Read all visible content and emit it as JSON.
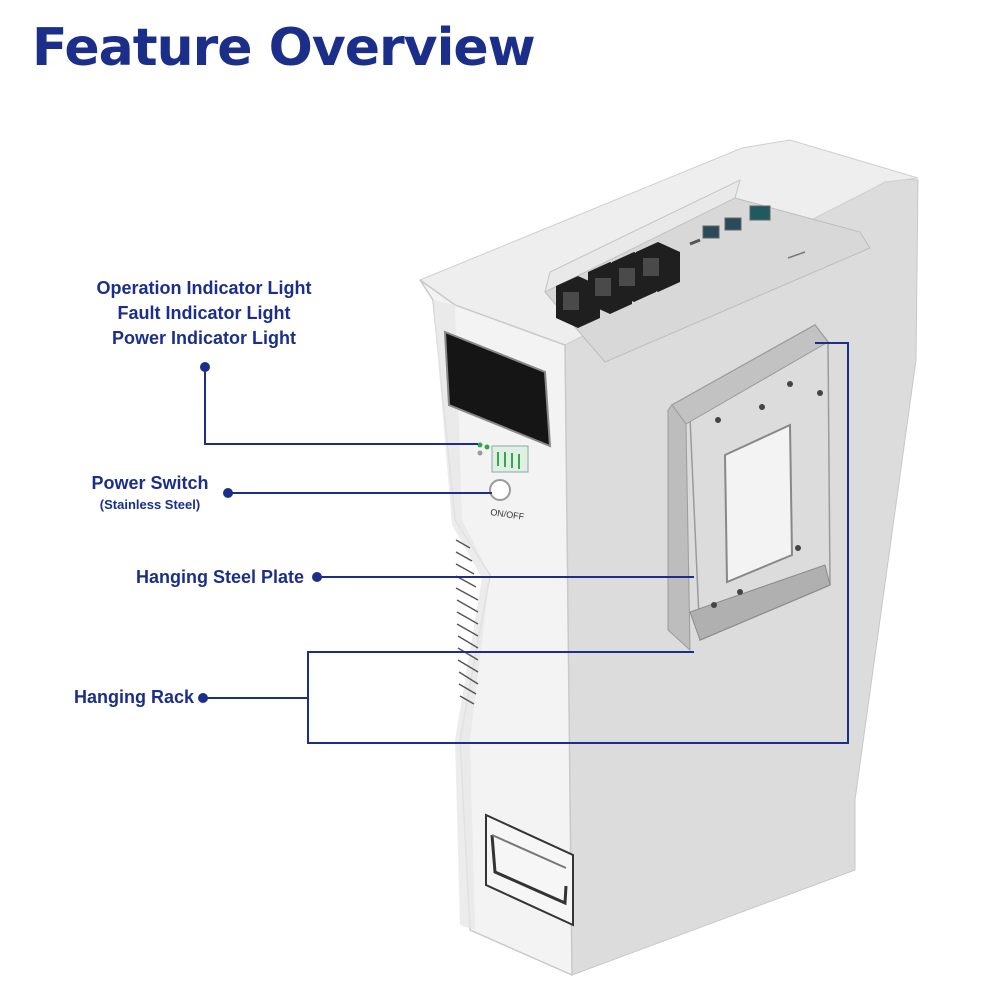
{
  "title": "Feature Overview",
  "callouts": {
    "indicators": [
      "Operation Indicator Light",
      "Fault Indicator Light",
      "Power Indicator Light"
    ],
    "power_switch": {
      "label": "Power Switch",
      "note": "(Stainless Steel)"
    },
    "hanging_plate": "Hanging Steel Plate",
    "hanging_rack": "Hanging Rack"
  },
  "device": {
    "switch_label": "ON/OFF"
  },
  "colors": {
    "accent": "#1b2f8a",
    "device_body": "#e6e6e6",
    "device_front": "#f2f2f2"
  }
}
